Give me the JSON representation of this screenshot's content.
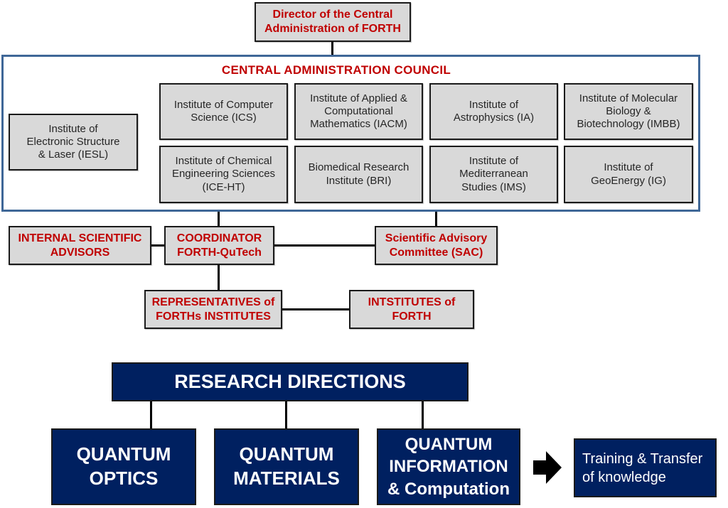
{
  "colors": {
    "title_red": "#c00000",
    "box_grey": "#d9d9d9",
    "frame_blue": "#3f6797",
    "navy": "#002060"
  },
  "director": {
    "label": "Director of the Central\nAdministration of FORTH"
  },
  "council": {
    "title": "CENTRAL ADMINISTRATION COUNCIL",
    "institutes": [
      {
        "label": "Institute of\nElectronic Structure\n& Laser (IESL)"
      },
      {
        "label": "Institute of Computer\nScience (ICS)"
      },
      {
        "label": "Institute of Applied &\nComputational\nMathematics (IACM)"
      },
      {
        "label": "Institute of\nAstrophysics (IA)"
      },
      {
        "label": "Institute of Molecular\nBiology &\nBiotechnology (IMBB)"
      },
      {
        "label": "Institute of Chemical\nEngineering Sciences\n(ICE-HT)"
      },
      {
        "label": "Biomedical Research\nInstitute (BRI)"
      },
      {
        "label": "Institute of\nMediterranean\nStudies (IMS)"
      },
      {
        "label": "Institute of\nGeoEnergy (IG)"
      }
    ]
  },
  "governance": {
    "internal_advisors": "INTERNAL SCIENTIFIC\nADVISORS",
    "coordinator": "COORDINATOR\nFORTH-QuTech",
    "sac": "Scientific Advisory\nCommittee (SAC)",
    "representatives": "REPRESENTATIVES of\nFORTHs INSTITUTES",
    "institutes_of_forth": "INTSTITUTES of\nFORTH"
  },
  "research": {
    "title": "RESEARCH DIRECTIONS",
    "directions": [
      {
        "label": "QUANTUM\nOPTICS"
      },
      {
        "label": "QUANTUM\nMATERIALS"
      },
      {
        "label": "QUANTUM\nINFORMATION\n& Computation"
      }
    ],
    "arrow_icon": "right-arrow-icon",
    "outcome": "Training & Transfer\nof knowledge"
  }
}
